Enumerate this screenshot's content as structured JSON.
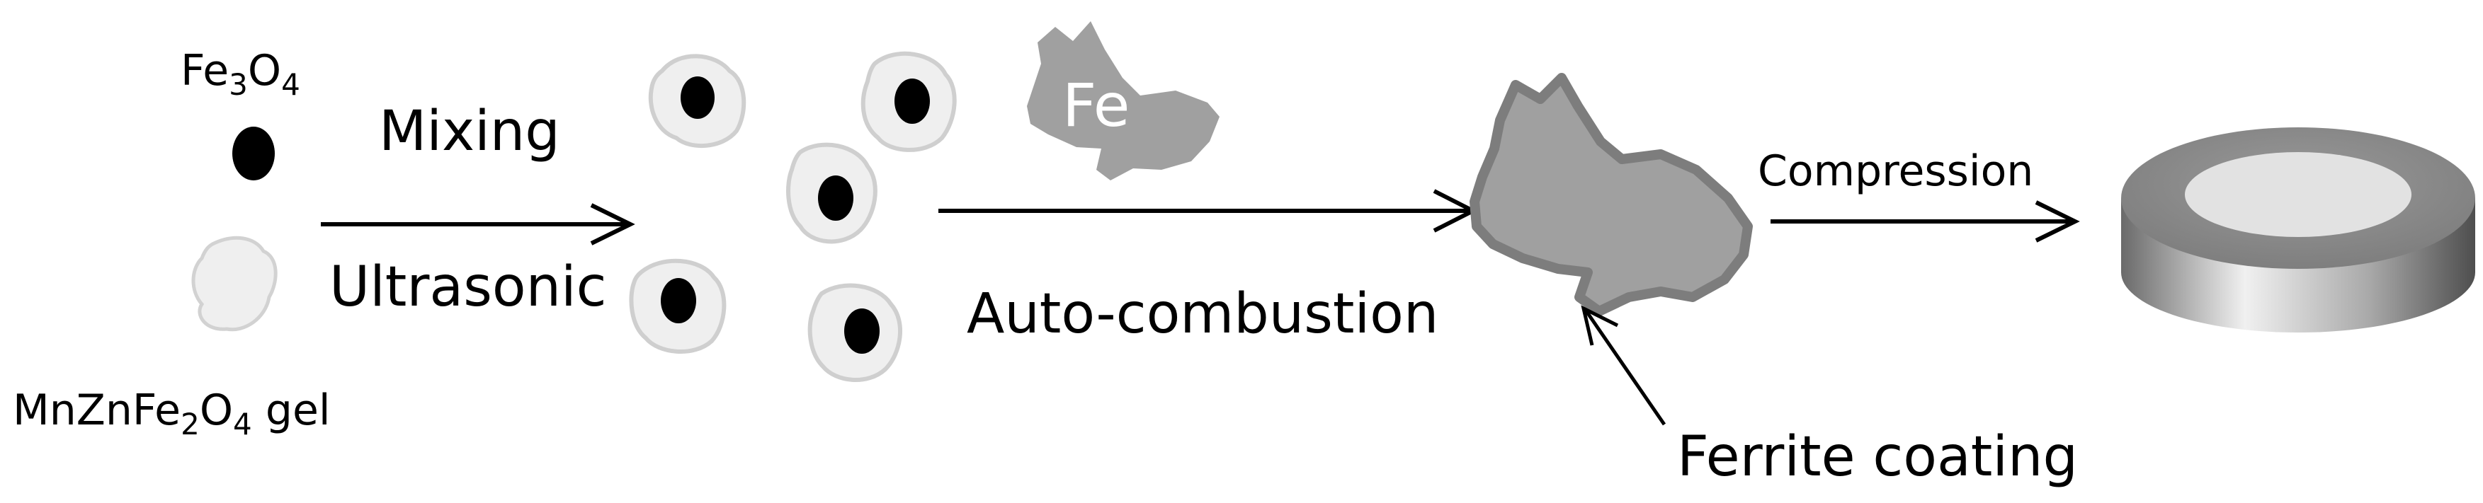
{
  "labels": {
    "fe3o4": {
      "base": "Fe",
      "sub1": "3",
      "mid": "O",
      "sub2": "4"
    },
    "gel": {
      "base": "MnZnFe",
      "sub1": "2",
      "mid": "O",
      "sub2": "4",
      "tail": " gel"
    },
    "mixing": "Mixing",
    "ultrasonic": "Ultrasonic",
    "fe": "Fe",
    "auto_combustion": "Auto-combustion",
    "compression": "Compression",
    "ferrite_coating": "Ferrite coating"
  },
  "colors": {
    "particle_dark": "#000000",
    "gel_fill": "#efefef",
    "gel_stroke": "#cfcfcf",
    "fe_fill": "#a0a0a0",
    "coating_stroke": "#7d7d7d",
    "arrow": "#000000",
    "toroid_top": "#8d8d8d",
    "toroid_inner": "#e2e2e2"
  }
}
